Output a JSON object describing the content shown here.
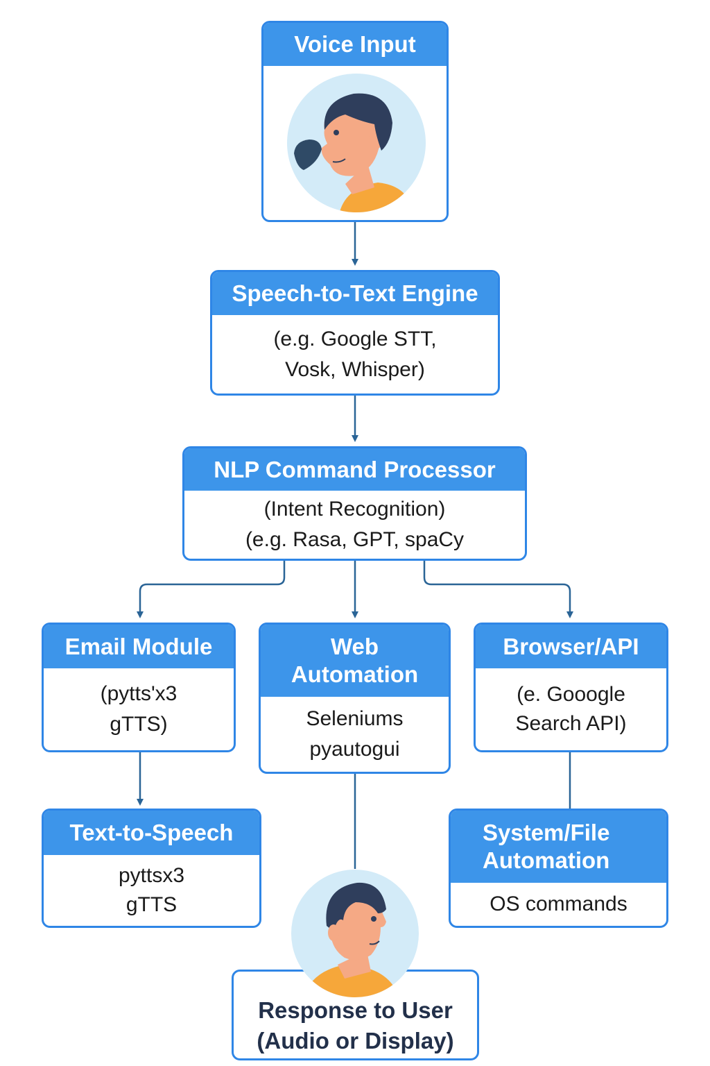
{
  "colors": {
    "accent": "#3d95ea",
    "border": "#2f86e6",
    "connector": "#2a6496",
    "avatar_bg": "#d3ebf8",
    "hair": "#2f3e5c",
    "skin": "#f5a985",
    "shirt": "#f6a73a",
    "mic": "#2f4a66"
  },
  "voice_input": {
    "title": "Voice Input",
    "icon": "person-speaking-microphone"
  },
  "stt": {
    "title": "Speech-to-Text Engine",
    "line1": "(e.g. Google STT,",
    "line2": "Vosk, Whisper)"
  },
  "nlp": {
    "title": "NLP Command Processor",
    "line1": "(Intent Recognition)",
    "line2": "(e.g. Rasa, GPT, spaCy"
  },
  "email": {
    "title": "Email Module",
    "line1": "(pytts'x3",
    "line2": "gTTS)"
  },
  "web": {
    "title_line1": "Web",
    "title_line2": "Automation",
    "line1": "Seleniums",
    "line2": "pyautogui"
  },
  "browser": {
    "title": "Browser/API",
    "line1": "(e. Gooogle",
    "line2": "Search API)"
  },
  "tts": {
    "title": "Text-to-Speech",
    "line1": "pyttsx3",
    "line2": "gTTS"
  },
  "system": {
    "title_line1": "System/File",
    "title_line2": "Automation",
    "line1": "OS commands"
  },
  "response": {
    "line1": "Response to User",
    "line2": "(Audio or Display)",
    "icon": "person-avatar"
  }
}
